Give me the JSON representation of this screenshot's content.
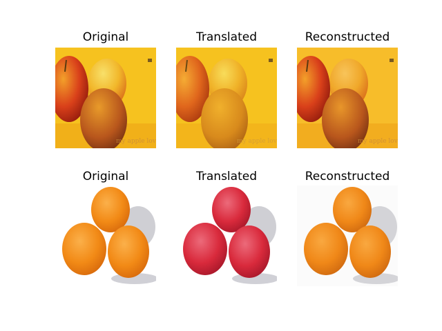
{
  "figure": {
    "rows": [
      {
        "panels": [
          {
            "title": "Original",
            "subject": "apples-and-orange"
          },
          {
            "title": "Translated",
            "subject": "apples-and-orange"
          },
          {
            "title": "Reconstructed",
            "subject": "apples-and-orange"
          }
        ]
      },
      {
        "panels": [
          {
            "title": "Original",
            "subject": "three-oranges"
          },
          {
            "title": "Translated",
            "subject": "three-red-apples"
          },
          {
            "title": "Reconstructed",
            "subject": "three-oranges"
          }
        ]
      }
    ],
    "colors": {
      "yellow_background": "#f6c21f",
      "orange_fruit": "#f28a16",
      "red_fruit": "#d92a3c",
      "apple_red": "#c8301a"
    }
  }
}
